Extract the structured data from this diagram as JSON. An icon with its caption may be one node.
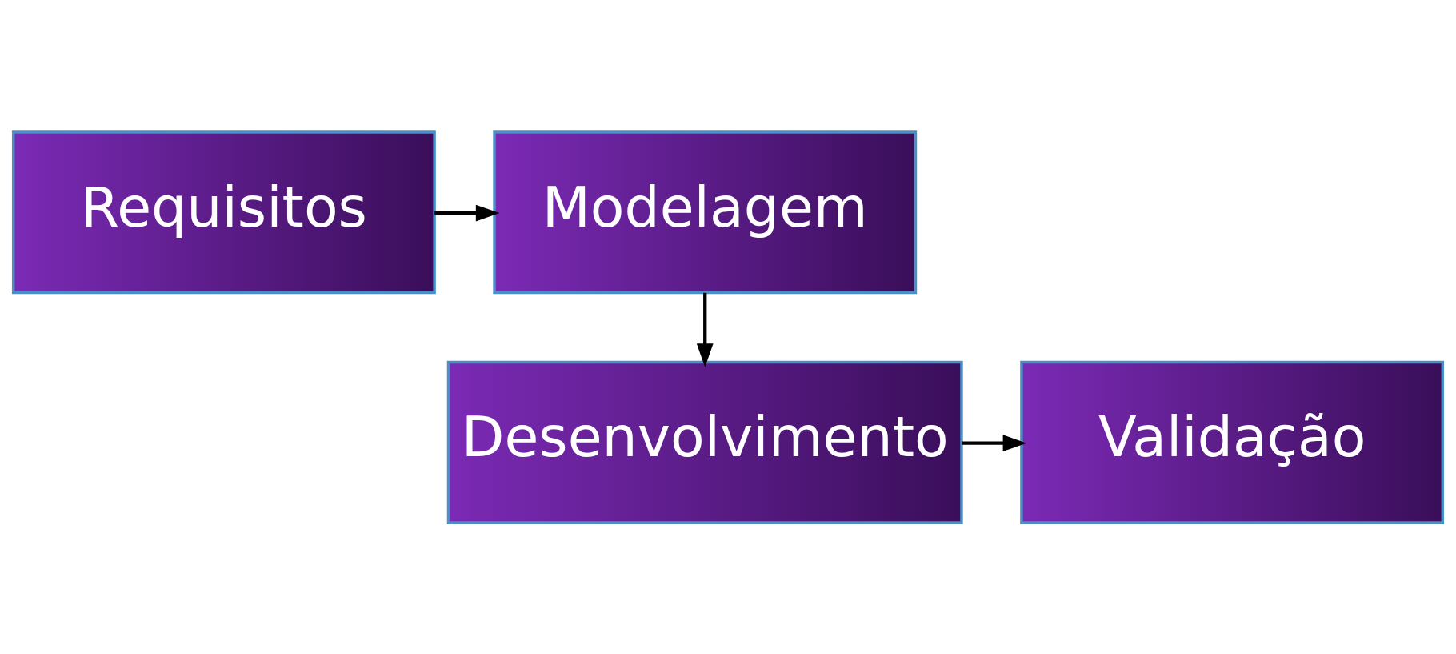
{
  "diagram": {
    "nodes": [
      {
        "text": [
          "Requisitos"
        ]
      },
      {
        "text": [
          "Modelagem"
        ]
      },
      {
        "text": [
          "Desenvolvimento"
        ]
      },
      {
        "text": [
          "Validação"
        ]
      }
    ],
    "edges": [
      {
        "from": 0,
        "to": 1,
        "arrow": "to"
      },
      {
        "from": 1,
        "to": 2,
        "arrow": "to"
      },
      {
        "from": 2,
        "to": 3,
        "arrow": "to"
      }
    ]
  }
}
